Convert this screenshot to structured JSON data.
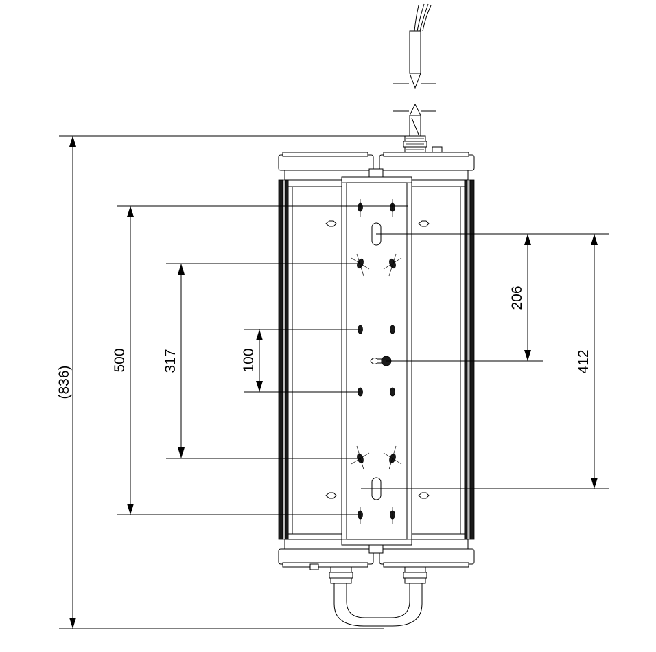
{
  "dimensions": {
    "overall_height": "(836)",
    "outer_mount_spacing": "500",
    "inner_mount_spacing": "317",
    "center_hole_spacing": "100",
    "half_slot_spacing": "206",
    "slot_spacing": "412"
  }
}
